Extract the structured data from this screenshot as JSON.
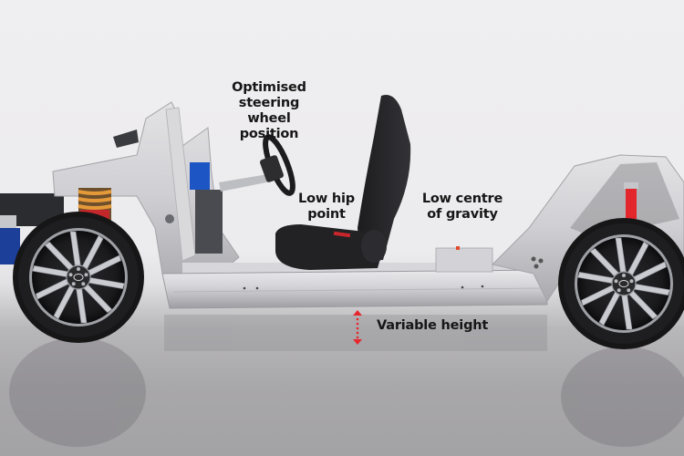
{
  "image": {
    "subject": "car platform chassis with wheels and driver seat",
    "background_color": "#eeedef",
    "floor_color": "#a8a7aa",
    "accent_color": "#e8262c"
  },
  "annotations": [
    {
      "id": "steering",
      "lines": [
        "Optimised",
        "steering wheel",
        "position"
      ]
    },
    {
      "id": "hip",
      "lines": [
        "Low hip",
        "point"
      ]
    },
    {
      "id": "gravity",
      "lines": [
        "Low centre",
        "of gravity"
      ]
    },
    {
      "id": "height",
      "lines": [
        "Variable height"
      ]
    }
  ],
  "icons": {
    "height_indicator": "double-headed-dotted-arrow-icon"
  }
}
